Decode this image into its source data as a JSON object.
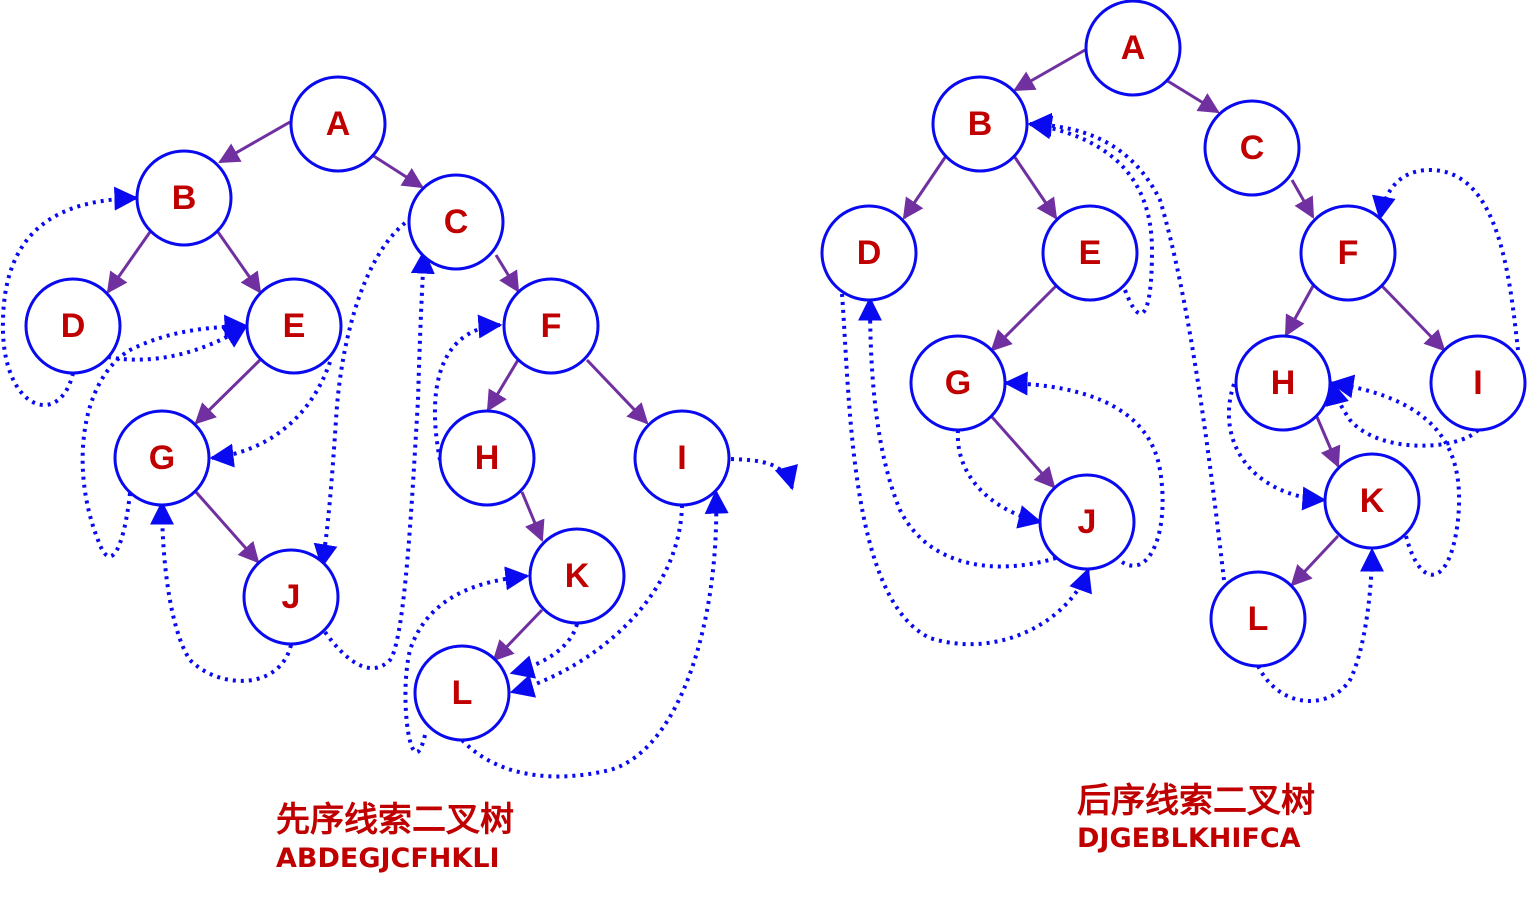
{
  "colors": {
    "node_stroke": "#0a0af0",
    "node_label": "#c00000",
    "edge": "#7030a0",
    "thread": "#0a0af0",
    "caption": "#c00000"
  },
  "left": {
    "title": "先序线索二叉树",
    "sequence": "ABDEGJCFHKLI",
    "nodes": [
      "A",
      "B",
      "C",
      "D",
      "E",
      "F",
      "G",
      "H",
      "I",
      "J",
      "K",
      "L"
    ]
  },
  "right": {
    "title": "后序线索二叉树",
    "sequence": "DJGEBLKHIFCA",
    "nodes": [
      "A",
      "B",
      "C",
      "D",
      "E",
      "F",
      "G",
      "H",
      "I",
      "J",
      "K",
      "L"
    ]
  }
}
